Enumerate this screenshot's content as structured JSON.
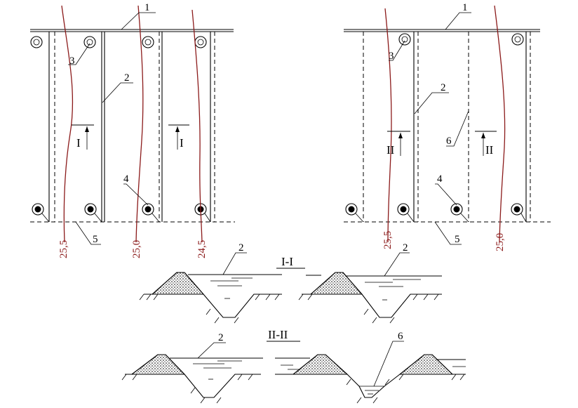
{
  "labels": {
    "n1": "1",
    "n2": "2",
    "n3": "3",
    "n4": "4",
    "n5": "5",
    "n6": "6",
    "sec1": "I",
    "sec2": "II",
    "section_I_title": "I-I",
    "section_II_title": "II-II"
  },
  "contours": {
    "c255": "25,5",
    "c250": "25,0",
    "c245": "24,5"
  },
  "colors": {
    "contour_line": "#8b1a1a",
    "line": "#000000"
  }
}
